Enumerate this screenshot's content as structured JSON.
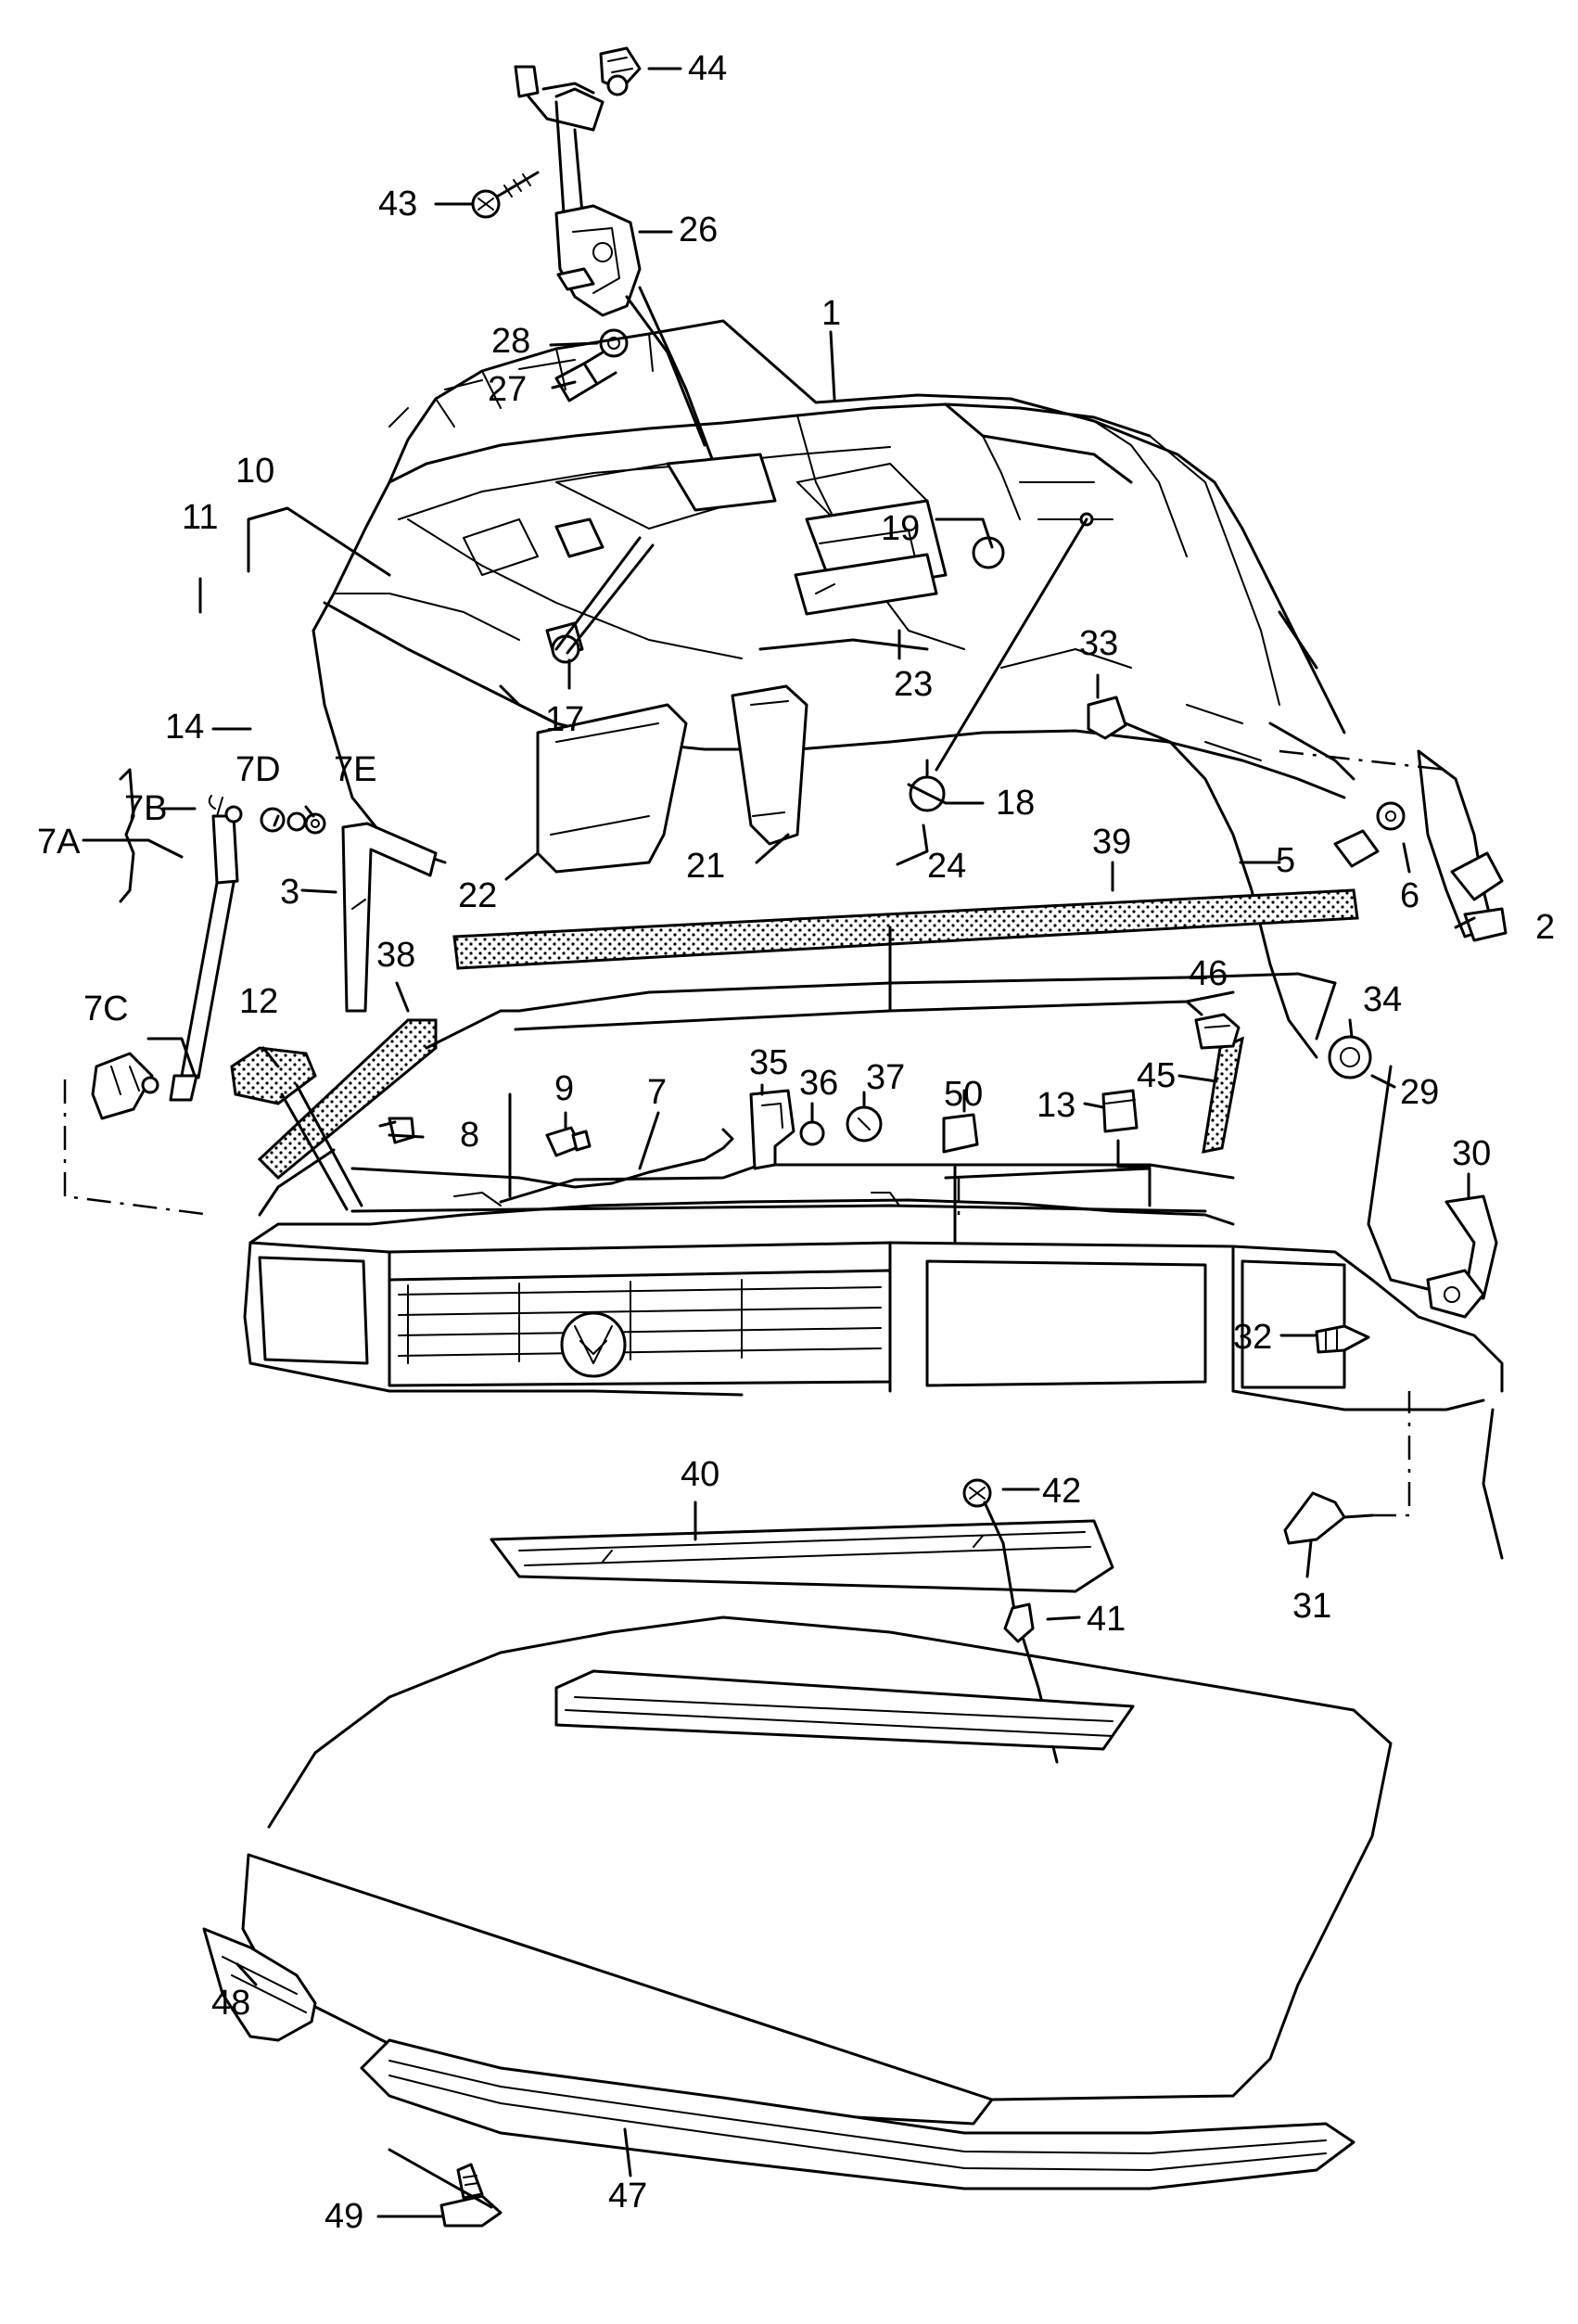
{
  "figure": {
    "labels": {
      "l1": "1",
      "l2": "2",
      "l3": "3",
      "l5": "5",
      "l6": "6",
      "l7": "7",
      "l7A": "7A",
      "l7B": "7B",
      "l7C": "7C",
      "l7D": "7D",
      "l7E": "7E",
      "l8": "8",
      "l9": "9",
      "l10": "10",
      "l11": "11",
      "l12": "12",
      "l13": "13",
      "l14": "14",
      "l17": "17",
      "l18": "18",
      "l19": "19",
      "l21": "21",
      "l22": "22",
      "l23": "23",
      "l24": "24",
      "l26": "26",
      "l27": "27",
      "l28": "28",
      "l29": "29",
      "l30": "30",
      "l31": "31",
      "l32": "32",
      "l33": "33",
      "l34": "34",
      "l35": "35",
      "l36": "36",
      "l37": "37",
      "l38": "38",
      "l39": "39",
      "l40": "40",
      "l41": "41",
      "l42": "42",
      "l43": "43",
      "l44": "44",
      "l45": "45",
      "l46": "46",
      "l47": "47",
      "l48": "48",
      "l49": "49",
      "l50": "50"
    }
  }
}
